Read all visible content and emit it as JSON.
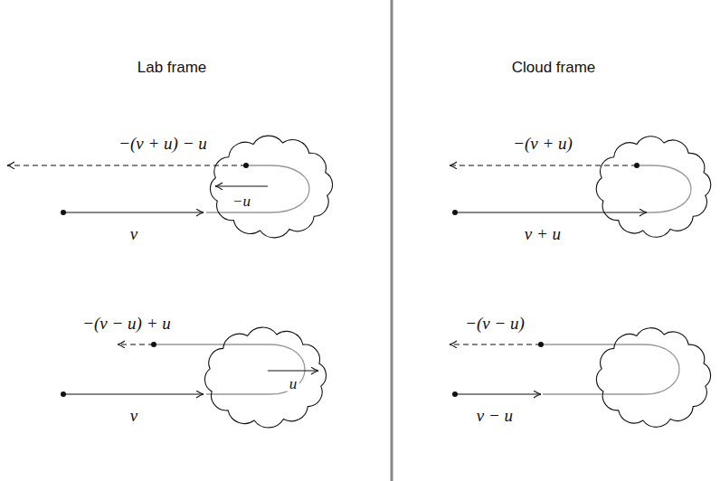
{
  "diagram": {
    "nodes": [
      {
        "text": [
          "−u"
        ]
      },
      {
        "text": [
          "u"
        ]
      }
    ],
    "labels": [
      "Lab frame",
      "Cloud frame",
      "−(v + u) − u",
      "v",
      "−(v − u) + u",
      "v",
      "−(v + u)",
      "v + u",
      "−(v − u)",
      "v − u"
    ]
  }
}
